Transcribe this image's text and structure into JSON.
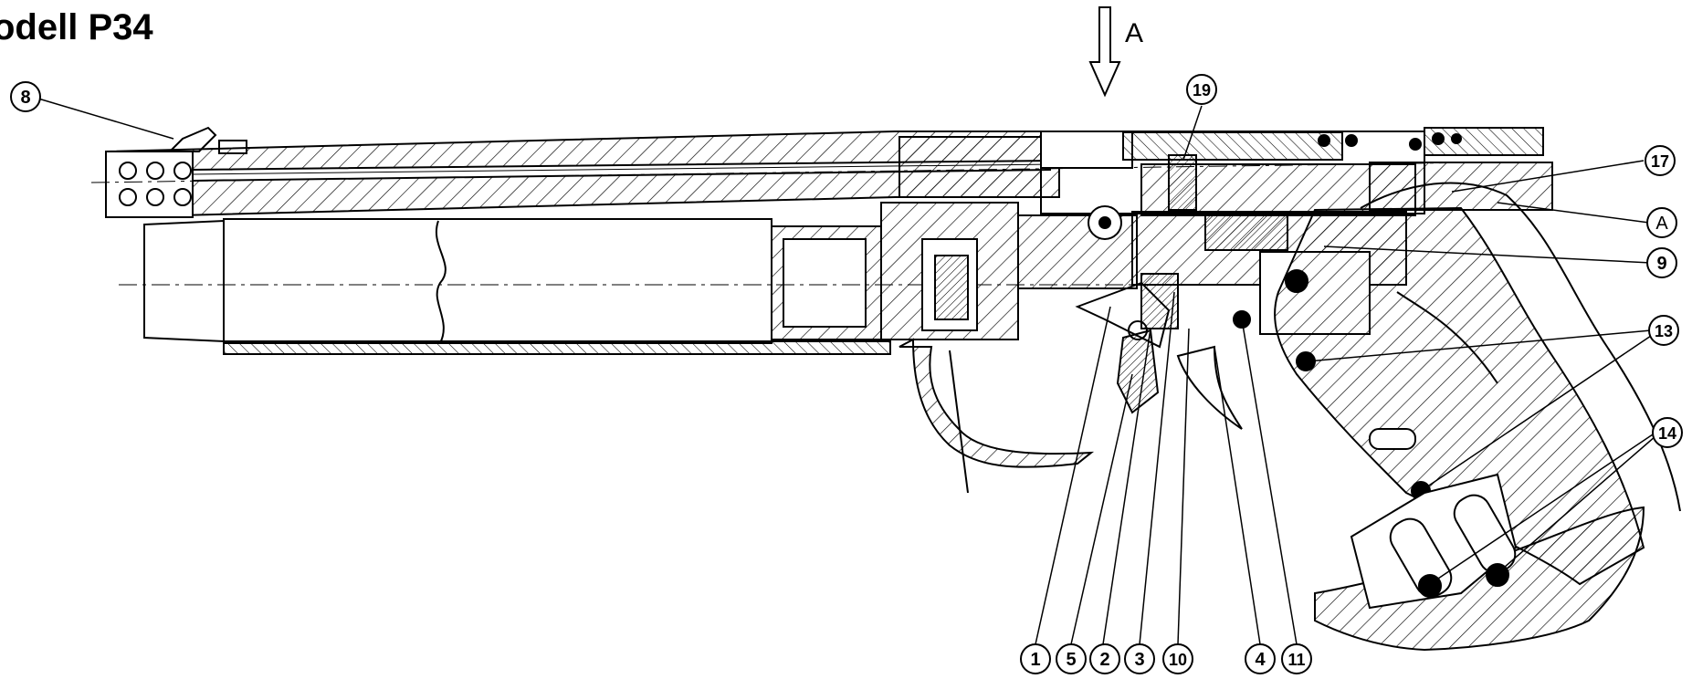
{
  "title": "odell P34",
  "view_arrow_label": "A",
  "callouts": {
    "c8": "8",
    "c19": "19",
    "c17": "17",
    "cA": "A",
    "c9": "9",
    "c13": "13",
    "c14": "14",
    "c1": "1",
    "c5": "5",
    "c2": "2",
    "c3": "3",
    "c10": "10",
    "c4": "4",
    "c11": "11"
  }
}
